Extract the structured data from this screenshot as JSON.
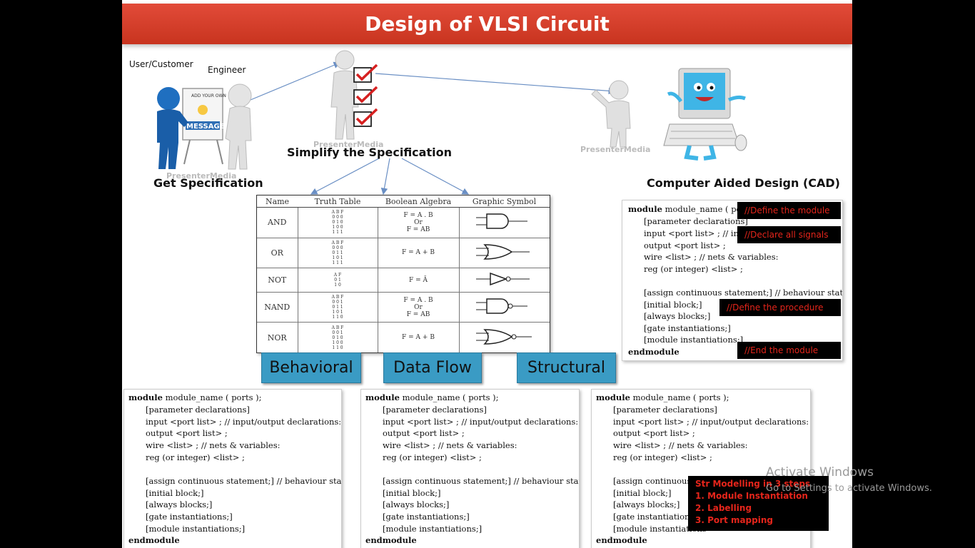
{
  "title": "Design of VLSI Circuit",
  "steps": {
    "user_label": "User/Customer",
    "engineer_label": "Engineer",
    "get_spec": "Get Specification",
    "simplify_spec": "Simplify the Specification",
    "cad": "Computer Aided Design (CAD)",
    "board_text_top": "ADD YOUR OWN",
    "board_text_main": "MESSAGE",
    "watermark": "PresenterMedia"
  },
  "gate_table": {
    "headers": [
      "Name",
      "Truth Table",
      "Boolean Algebra",
      "Graphic Symbol"
    ],
    "rows": [
      {
        "name": "AND",
        "truth": "A B F\n0 0 0\n0 1 0\n1 0 0\n1 1 1",
        "bool": "F = A . B\nOr\nF = AB"
      },
      {
        "name": "OR",
        "truth": "A B F\n0 0 0\n0 1 1\n1 0 1\n1 1 1",
        "bool": "F = A + B"
      },
      {
        "name": "NOT",
        "truth": "A F\n0 1\n1 0",
        "bool": "F = Ā"
      },
      {
        "name": "NAND",
        "truth": "A B F\n0 0 1\n0 1 1\n1 0 1\n1 1 0",
        "bool": "F = A . B\nOr\nF = AB"
      },
      {
        "name": "NOR",
        "truth": "A B F\n0 0 1\n0 1 0\n1 0 0\n1 1 0",
        "bool": "F = A + B"
      }
    ]
  },
  "modelling": {
    "behavioral": "Behavioral",
    "dataflow": "Data Flow",
    "structural": "Structural"
  },
  "code": {
    "l1_kw": "module",
    "l1_rest": " module_name (  ports  );",
    "l1_rest_short": " module_name (  ports  )",
    "l2": "[parameter declarations]",
    "l3": "input <port list> ;        // input/output declarations:",
    "l3_short": "input <port list> ;        // in",
    "l4": "output  <port list> ;",
    "l5": "wire  <list> ;          // nets & variables:",
    "l6": "reg (or integer) <list> ;",
    "l7": "[assign continuous statement;]  // behaviour statements:",
    "l7_short": "[assign continuous st",
    "l8": "[initial block;]",
    "l9": "[always blocks;]",
    "l10": "[gate instantiations;]",
    "l11": "[module instantiations;]",
    "l11_short": "[module instantiations",
    "l12": "endmodule"
  },
  "notes": {
    "define_module": "//Define the module",
    "declare_signals": "//Declare all signals",
    "define_procedure": "//Define the procedure",
    "end_module": "//End the module"
  },
  "str_box": {
    "title": "Str Modelling in 3 steps",
    "items": [
      "1.    Module Instantiation",
      "2.    Labelling",
      "3.    Port  mapping"
    ]
  },
  "os_overlay": {
    "line1": "Activate Windows",
    "line2": "Go to Settings to activate Windows."
  },
  "colors": {
    "title_red": "#d63d29",
    "box_blue": "#3a9bc4",
    "note_red": "#e5251b"
  }
}
